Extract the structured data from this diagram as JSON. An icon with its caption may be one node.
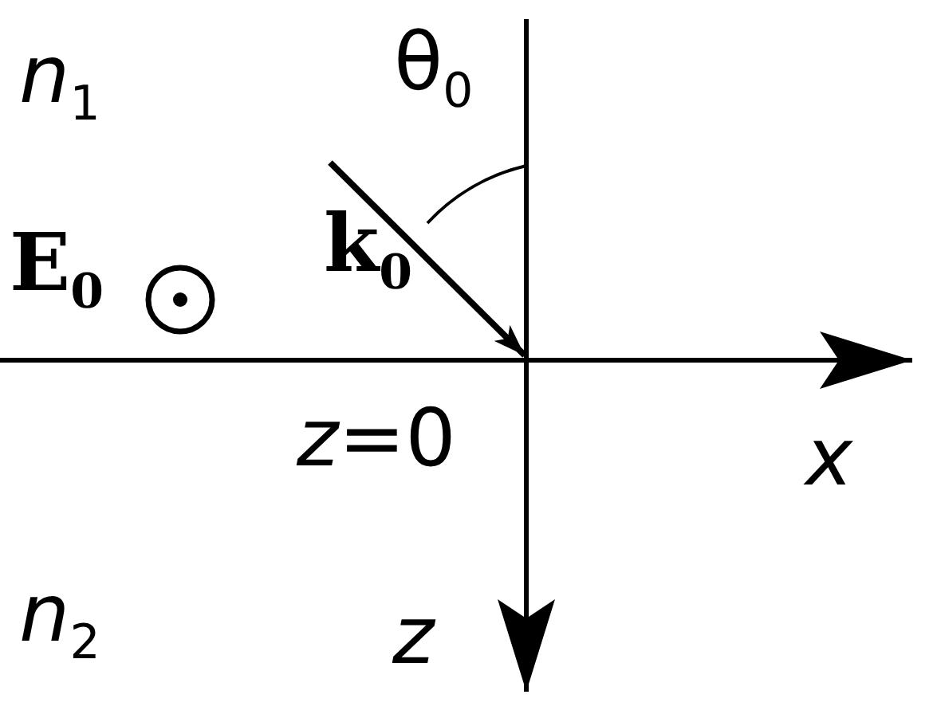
{
  "diagram": {
    "labels": [
      "*n*$_{1}$",
      "θ$_{0}$",
      "k$_{0}$",
      "E$_{0}$",
      "*z*=0",
      "*x*",
      "*n*$_{2}$",
      "*z*"
    ]
  }
}
